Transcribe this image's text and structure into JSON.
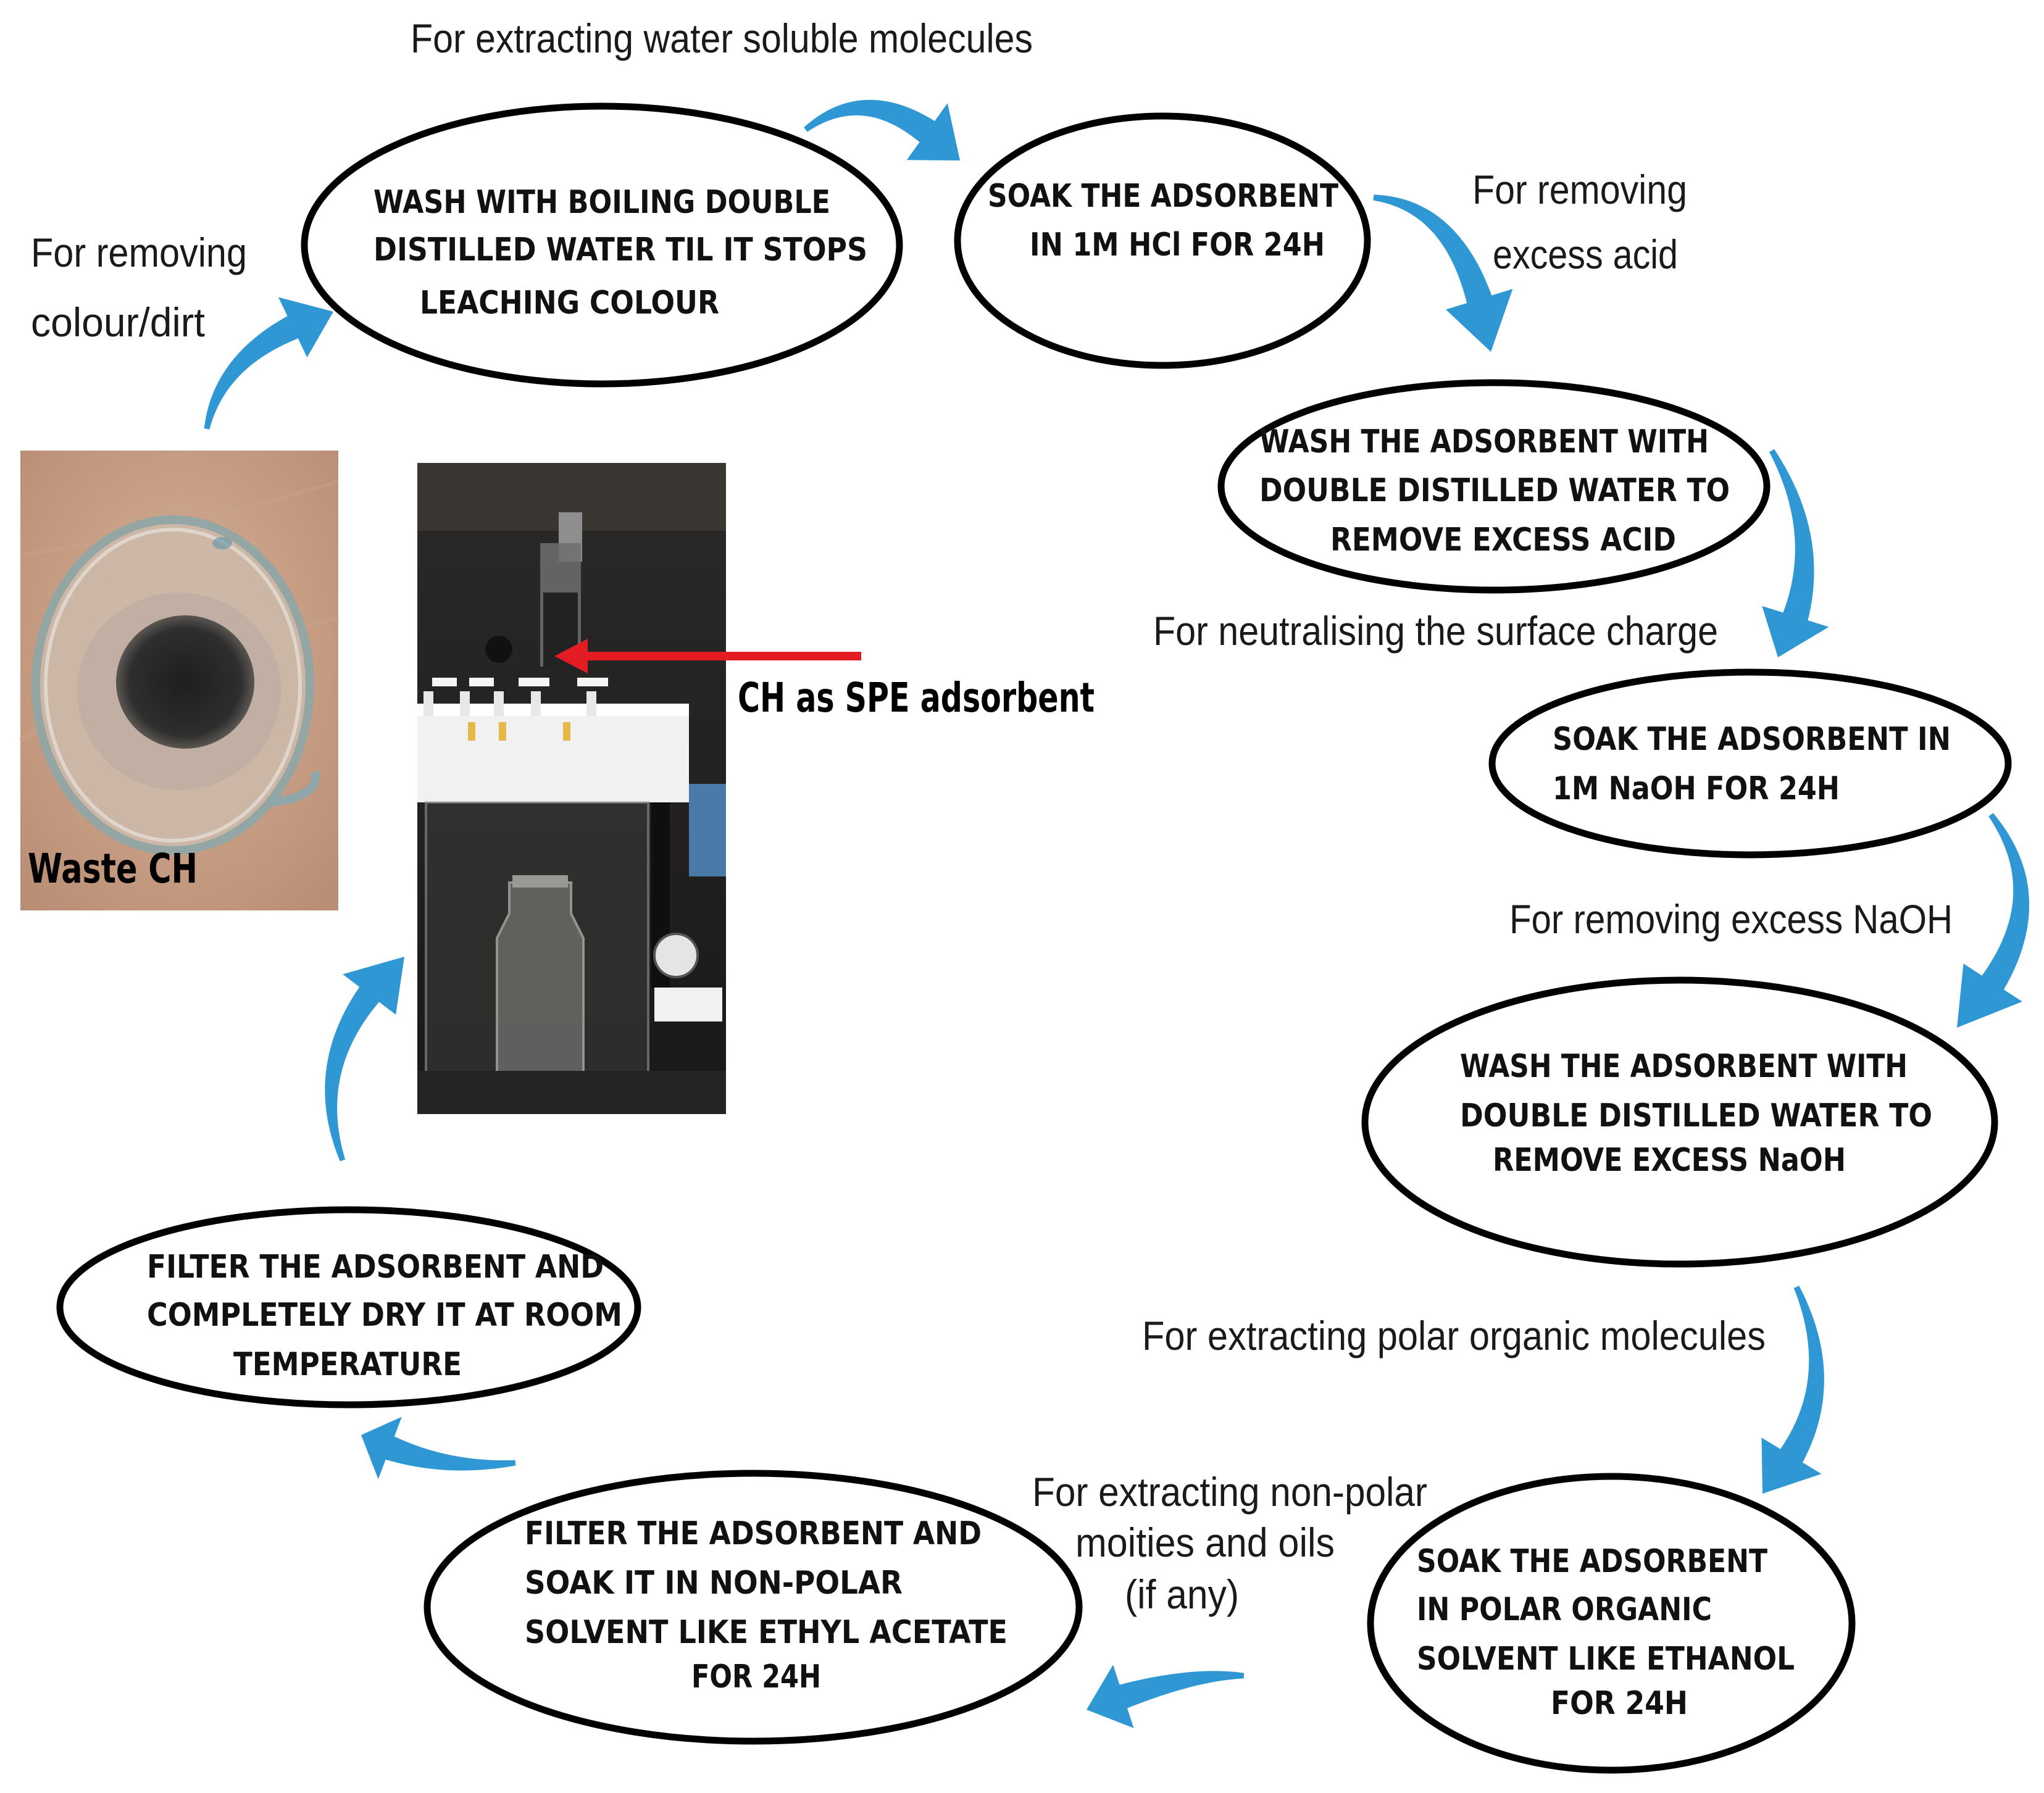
{
  "colors": {
    "arrow": "#2f98d4",
    "pointer": "#e31b23",
    "ellipse_stroke": "#000000",
    "text": "#111111"
  },
  "steps": [
    {
      "lines": [
        "WASH WITH BOILING DOUBLE",
        "DISTILLED WATER TIL IT STOPS",
        "LEACHING COLOUR"
      ]
    },
    {
      "lines": [
        "SOAK THE ADSORBENT",
        "IN 1M HCl FOR 24H"
      ]
    },
    {
      "lines": [
        "WASH THE ADSORBENT WITH",
        "DOUBLE DISTILLED WATER TO",
        "REMOVE EXCESS ACID"
      ]
    },
    {
      "lines": [
        "SOAK THE ADSORBENT IN",
        "1M NaOH FOR 24H"
      ]
    },
    {
      "lines": [
        "WASH THE ADSORBENT WITH",
        "DOUBLE DISTILLED WATER TO",
        "REMOVE EXCESS NaOH"
      ]
    },
    {
      "lines": [
        "SOAK THE ADSORBENT",
        "IN POLAR ORGANIC",
        "SOLVENT LIKE ETHANOL",
        "FOR 24H"
      ]
    },
    {
      "lines": [
        "FILTER THE ADSORBENT AND",
        "SOAK IT IN NON-POLAR",
        "SOLVENT LIKE ETHYL ACETATE",
        "FOR 24H"
      ]
    },
    {
      "lines": [
        "FILTER THE ADSORBENT AND",
        "COMPLETELY DRY IT AT ROOM",
        "TEMPERATURE"
      ]
    }
  ],
  "conditions": [
    {
      "lines": [
        "For removing",
        "colour/dirt"
      ]
    },
    {
      "lines": [
        "For extracting water soluble molecules"
      ]
    },
    {
      "lines": [
        "For removing",
        "excess acid"
      ]
    },
    {
      "lines": [
        "For neutralising the surface charge"
      ]
    },
    {
      "lines": [
        "For removing excess NaOH"
      ]
    },
    {
      "lines": [
        "For extracting polar organic molecules"
      ]
    },
    {
      "lines": [
        "For extracting non-polar",
        "moities and oils",
        "(if any)"
      ]
    }
  ],
  "photos": {
    "waste": {
      "label": "Waste CH"
    },
    "spe": {
      "label": "CH as SPE adsorbent"
    }
  }
}
